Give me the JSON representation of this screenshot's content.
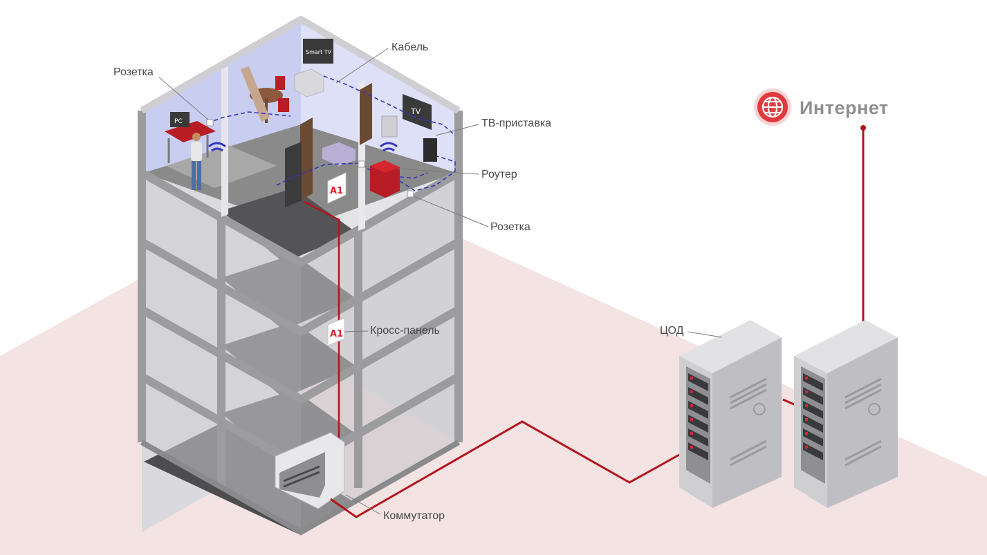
{
  "labels": {
    "outlet_left": "Розетка",
    "cable": "Кабель",
    "tv_box": "ТВ-приставка",
    "router": "Роутер",
    "outlet_right": "Розетка",
    "cross_panel": "Кросс-панель",
    "switch": "Коммутатор",
    "data_center": "ЦОД",
    "internet": "Интернет"
  },
  "device_text": {
    "smart_tv": "Smart TV",
    "tv": "TV",
    "pc": "PC",
    "brand_logo": "A1"
  },
  "colors": {
    "cable_red": "#b3141b",
    "lan_blue": "#3434c0",
    "brand_red": "#d7262e",
    "ground": "#f3e3e3"
  }
}
